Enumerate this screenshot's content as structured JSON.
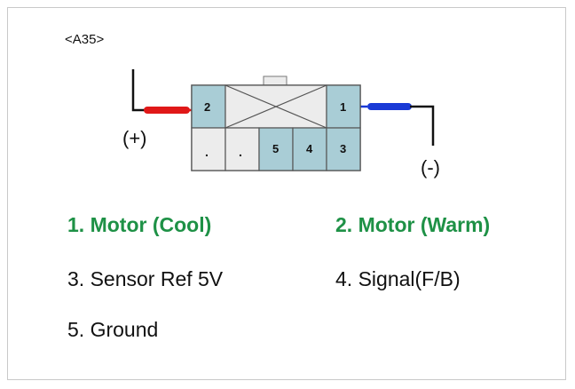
{
  "connector_id": "<A35>",
  "polarity": {
    "positive": "(+)",
    "negative": "(-)"
  },
  "pins": {
    "top_left": "2",
    "top_right": "1",
    "bottom": [
      ".",
      ".",
      "5",
      "4",
      "3"
    ]
  },
  "legend": [
    {
      "text": "1. Motor (Cool)",
      "highlight": true
    },
    {
      "text": "2. Motor (Warm)",
      "highlight": true
    },
    {
      "text": "3. Sensor Ref 5V",
      "highlight": false
    },
    {
      "text": "4. Signal(F/B)",
      "highlight": false
    },
    {
      "text": "5. Ground",
      "highlight": false
    }
  ],
  "colors": {
    "positive_wire": "#e01818",
    "negative_wire": "#1a3ad6",
    "pin_fill": "#a9cdd6",
    "empty_fill": "#ececec",
    "highlight_text": "#1e9146"
  }
}
